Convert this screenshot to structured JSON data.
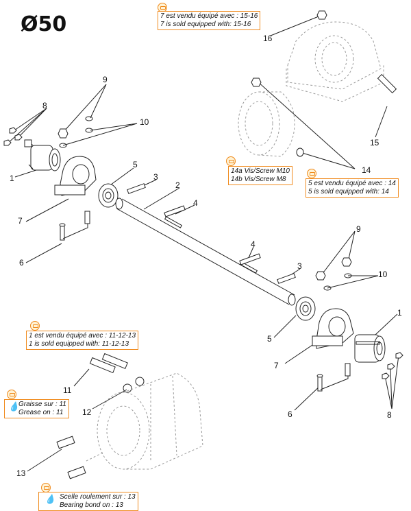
{
  "title": "Ø50",
  "notes": {
    "n16": [
      "7 est vendu équipé avec : 15-16",
      "7 is sold equipped with: 15-16"
    ],
    "screws": [
      "14a Vis/Screw M10",
      "14b Vis/Screw M8"
    ],
    "n14": [
      "5 est vendu équipé avec : 14",
      "5 is sold equipped with: 14"
    ],
    "n1": [
      "1 est vendu équipé avec : 11-12-13",
      "1 is sold equipped with: 11-12-13"
    ],
    "grease": [
      "Graisse sur : 11",
      "Grease on : 11"
    ],
    "bond": [
      "Scelle roulement sur : 13",
      "Bearing bond on : 13"
    ]
  },
  "labels": {
    "l1a": "1",
    "l1b": "1",
    "l2": "2",
    "l3a": "3",
    "l3b": "3",
    "l4a": "4",
    "l4b": "4",
    "l5a": "5",
    "l5b": "5",
    "l6a": "6",
    "l6b": "6",
    "l7a": "7",
    "l7b": "7",
    "l8a": "8",
    "l8b": "8",
    "l9a": "9",
    "l9b": "9",
    "l10a": "10",
    "l10b": "10",
    "l11": "11",
    "l12": "12",
    "l13": "13",
    "l14": "14",
    "l15": "15",
    "l16": "16"
  },
  "colors": {
    "accent": "#f08a1c",
    "line": "#222222",
    "ghost": "#9a9a9a"
  },
  "icons": {
    "note": "oil-can-icon",
    "drop": "drop-icon"
  }
}
